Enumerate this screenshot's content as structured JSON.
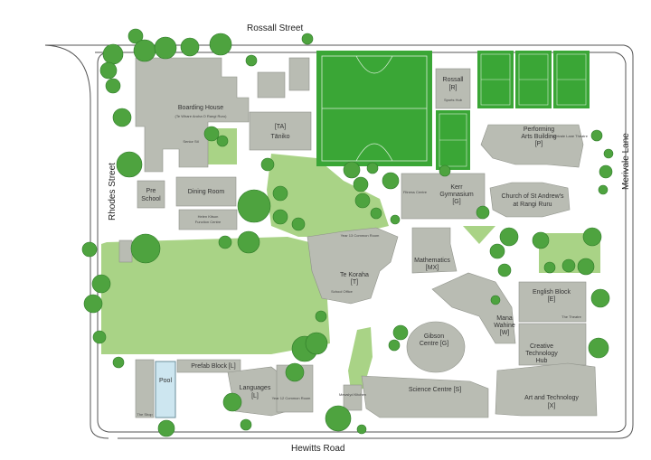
{
  "streets": {
    "north": "Rossall Street",
    "west": "Rhodes Street",
    "east": "Merivale Lane",
    "south": "Hewitts Road"
  },
  "buildings": {
    "boarding_house": "Boarding House",
    "boarding_house_sub": "(Te Whare Aroha O Rangi Ruru)",
    "senior_stl": "Senior Stl",
    "taniko_code": "[TA]",
    "taniko": "Tāniko",
    "pre_school_1": "Pre",
    "pre_school_2": "School",
    "dining_room": "Dining Room",
    "helen_kitson_1": "Helen Kitson",
    "helen_kitson_2": "Function Centre",
    "rossall": "Rossall",
    "rossall_code": "[R]",
    "rossall_sub": "Sports Hub",
    "performing_arts_1": "Performing",
    "performing_arts_2": "Arts Building",
    "performing_arts_code": "[P]",
    "merivale_lane_theatre": "Merivale Lane Theatre",
    "fitness_centre": "Fitness Centre",
    "kerr_1": "Kerr",
    "kerr_2": "Gymnasium",
    "kerr_code": "[G]",
    "church_1": "Church of St Andrew's",
    "church_2": "at Rangi Ruru",
    "mathematics": "Mathematics",
    "mathematics_code": "[MX]",
    "te_koraha": "Te Koraha",
    "te_koraha_code": "[T]",
    "school_office": "School Office",
    "year_13": "Year 13 Common Room",
    "english_block": "English Block",
    "english_code": "[E]",
    "the_theatre": "The Theatre",
    "mana_wahine_1": "Mana",
    "mana_wahine_2": "Wahine",
    "mana_wahine_code": "[W]",
    "gibson_1": "Gibson",
    "gibson_2": "Centre [G]",
    "creative_1": "Creative",
    "creative_2": "Technology",
    "creative_3": "Hub",
    "prefab_block": "Prefab Block [L]",
    "pool": "Pool",
    "the_shop": "The Shop",
    "languages": "Languages",
    "languages_code": "[L]",
    "year_12": "Year 12 Common Room",
    "science_centre": "Science Centre [S]",
    "art_tech_1": "Art and Technology",
    "art_tech_code": "[X]",
    "mewslyd": "Mewslyd Kitchen"
  },
  "colors": {
    "building": "#b9bcb3",
    "lawn": "#a9d386",
    "sports_field": "#3aa636",
    "tree": "#4ea33f",
    "pool": "#cde6f0"
  }
}
